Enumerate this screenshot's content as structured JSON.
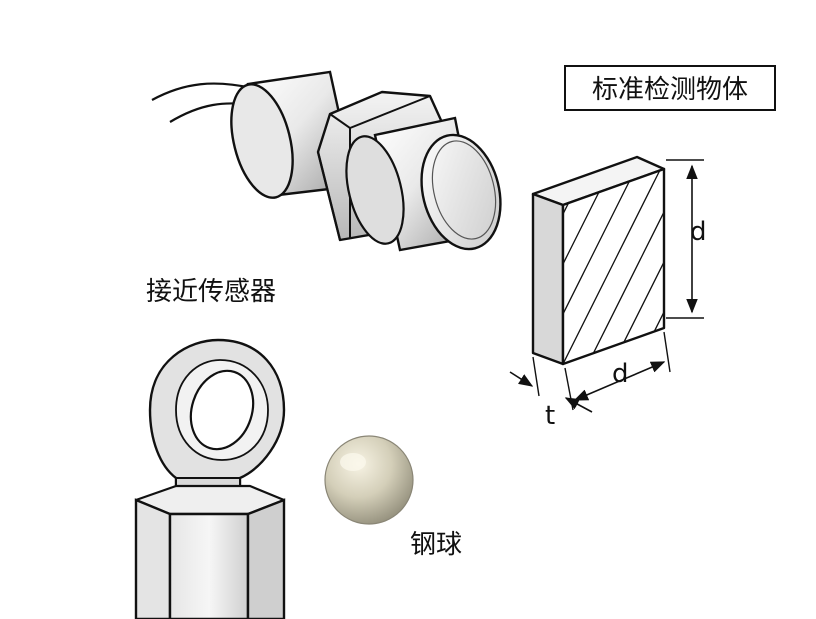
{
  "labels": {
    "standard_object": "标准检测物体",
    "proximity_sensor": "接近传感器",
    "steel_ball": "钢球",
    "dim_d_vertical": "d",
    "dim_d_horizontal": "d",
    "dim_t": "t"
  },
  "colors": {
    "stroke": "#111111",
    "metal_light": "#f2f2f2",
    "metal_mid": "#d6d6d6",
    "metal_dark": "#b0b0b0",
    "ball_light": "#f1ecd9",
    "ball_dark": "#9e9a88"
  }
}
